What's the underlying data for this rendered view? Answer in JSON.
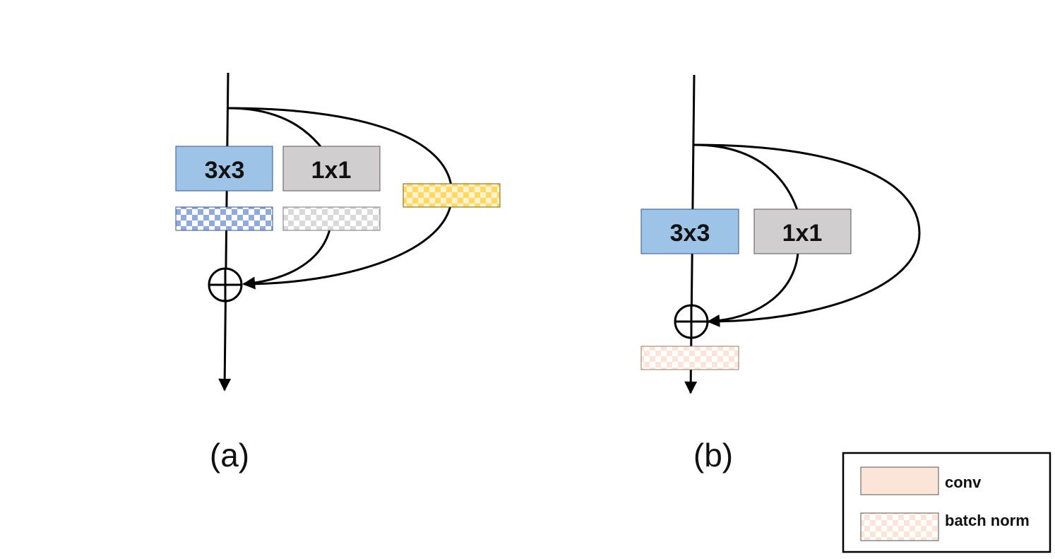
{
  "diagram": {
    "panel_a": {
      "caption": "(a)",
      "conv3x3_label": "3x3",
      "conv1x1_label": "1x1"
    },
    "panel_b": {
      "caption": "(b)",
      "conv3x3_label": "3x3",
      "conv1x1_label": "1x1"
    },
    "legend": {
      "conv_label": "conv",
      "bn_label": "batch norm"
    },
    "colors": {
      "conv3x3_fill": "#9dc3e6",
      "conv1x1_fill": "#d0cece",
      "identity_bn": "#ffd966",
      "bn_3x3": "#8faadc",
      "bn_1x1": "#d9d9d9",
      "fused_bn": "#fbe5d6",
      "legend_conv": "#fbe5d6",
      "legend_bn": "#fbe5d6"
    }
  }
}
